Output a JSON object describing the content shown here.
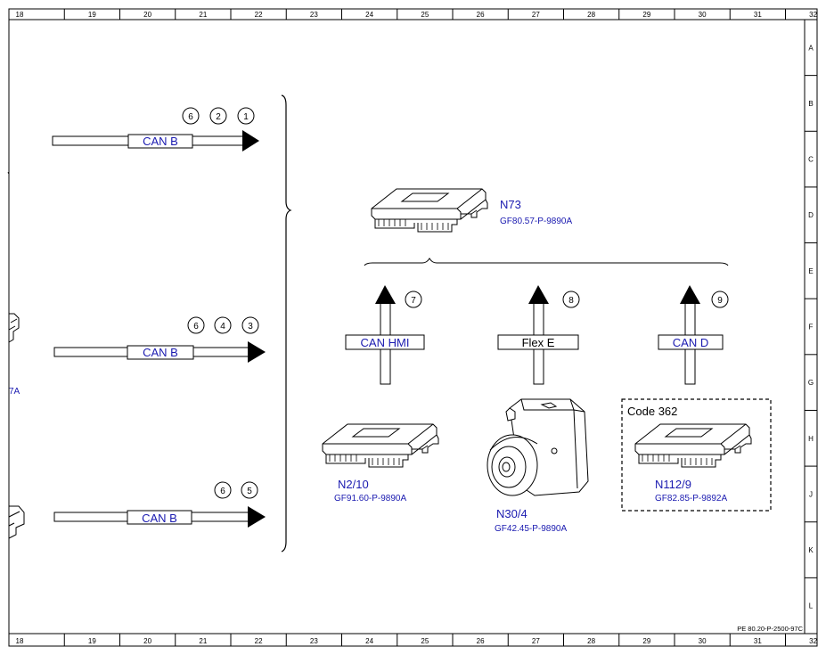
{
  "frame": {
    "columns": [
      "18",
      "19",
      "20",
      "21",
      "22",
      "23",
      "24",
      "25",
      "26",
      "27",
      "28",
      "29",
      "30",
      "31",
      "32"
    ],
    "rows": [
      "A",
      "B",
      "C",
      "D",
      "E",
      "F",
      "G",
      "H",
      "J",
      "K",
      "L"
    ],
    "doc_ref": "PE 80.20-P-2500-97C"
  },
  "left_arrows": [
    {
      "label": "CAN B",
      "circles": [
        "6",
        "2",
        "1"
      ]
    },
    {
      "label": "CAN B",
      "circles": [
        "6",
        "4",
        "3"
      ]
    },
    {
      "label": "CAN B",
      "circles": [
        "6",
        "5"
      ]
    }
  ],
  "left_partial_text": "7A",
  "top_component": {
    "name": "N73",
    "code": "GF80.57-P-9890A"
  },
  "up_arrows": [
    {
      "label": "CAN HMI",
      "circle": "7"
    },
    {
      "label": "Flex E",
      "circle": "8"
    },
    {
      "label": "CAN D",
      "circle": "9"
    }
  ],
  "components": [
    {
      "name": "N2/10",
      "code": "GF91.60-P-9890A"
    },
    {
      "name": "N30/4",
      "code": "GF42.45-P-9890A"
    },
    {
      "name": "N112/9",
      "code": "GF82.85-P-9892A"
    }
  ],
  "code_box_label": "Code 362",
  "colors": {
    "link_blue": "#1a1ab0",
    "line": "#000000"
  }
}
